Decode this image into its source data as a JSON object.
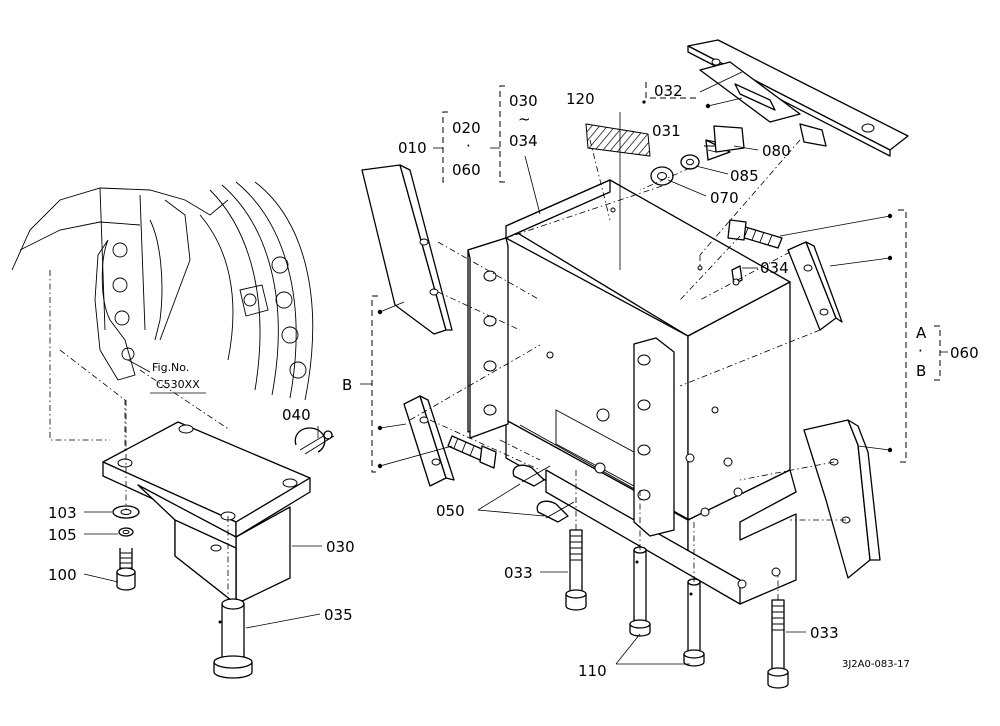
{
  "ref_box": {
    "line1": "Fig.No.",
    "line2": "C530XX"
  },
  "labels": {
    "p010": "010",
    "p020": "020",
    "p020_sep": "·",
    "p060_group": "060",
    "p030": "030",
    "p030_tilde": "~",
    "p034_group": "034",
    "p120": "120",
    "p031": "031",
    "p032": "032",
    "p080": "080",
    "p085": "085",
    "p070": "070",
    "p034": "034",
    "pA": "A",
    "pA_sep": "·",
    "pB": "B",
    "p060": "060",
    "pB_left": "B",
    "p040": "040",
    "p050": "050",
    "p103": "103",
    "p105": "105",
    "p100": "100",
    "p030_left": "030",
    "p035": "035",
    "p033_left": "033",
    "p033_right": "033",
    "p110": "110"
  },
  "drawing_code": "3J2A0-083-17"
}
